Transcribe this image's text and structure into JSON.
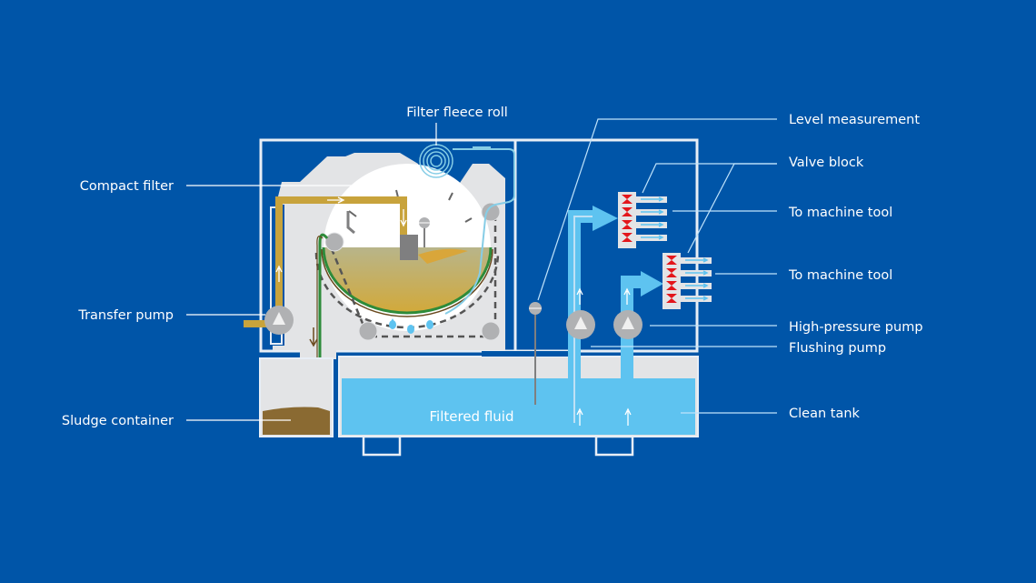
{
  "title": "Compact filter system with clean tank",
  "colors": {
    "background": "#0055a8",
    "housing": "#e3e4e6",
    "outline": "#e8eef6",
    "filtered_fluid": "#5ec3f0",
    "dirty_fluid": "#b79a3a",
    "sludge": "#8a6a32",
    "pump": "#b0b1b3",
    "valve": "#e3161b",
    "fleece": "#2e8b3a"
  },
  "labels": {
    "filter_fleece_roll": "Filter fleece roll",
    "compact_filter": "Compact filter",
    "transfer_pump": "Transfer pump",
    "sludge_container": "Sludge container",
    "level_measurement": "Level measurement",
    "valve_block": "Valve block",
    "to_machine_tool_1": "To machine tool",
    "to_machine_tool_2": "To machine tool",
    "high_pressure_pump": "High-pressure pump",
    "flushing_pump": "Flushing pump",
    "clean_tank": "Clean tank",
    "filtered_fluid": "Filtered fluid"
  }
}
